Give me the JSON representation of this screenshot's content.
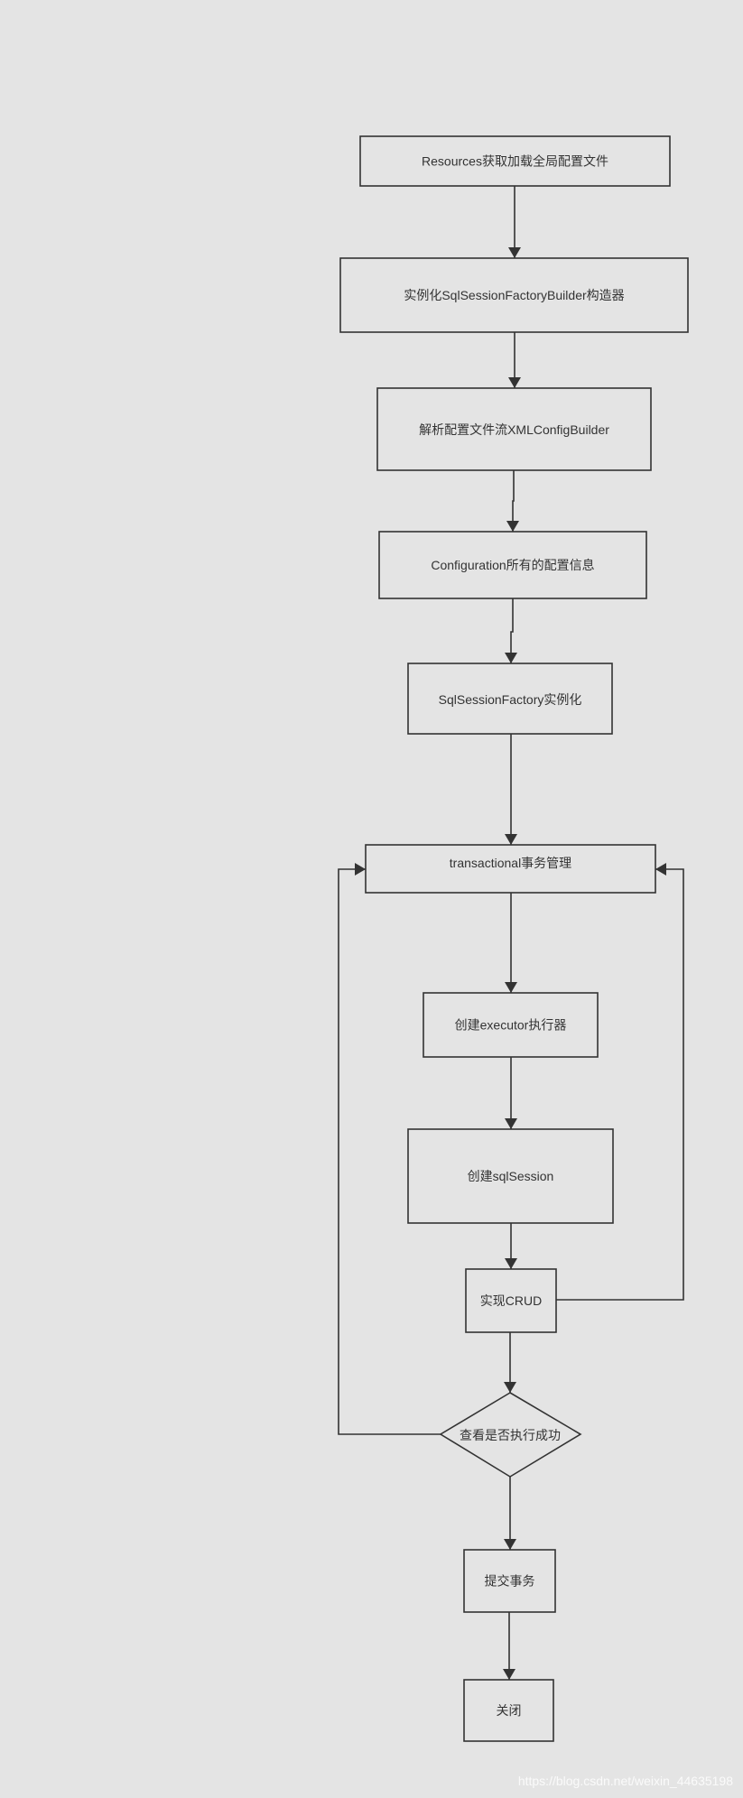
{
  "nodes": {
    "load_config": "Resources获取加载全局配置文件",
    "builder": "实例化SqlSessionFactoryBuilder构造器",
    "parse": "解析配置文件流XMLConfigBuilder",
    "configuration": "Configuration所有的配置信息",
    "factory": "SqlSessionFactory实例化",
    "transaction": "transactional事务管理",
    "executor": "创建executor执行器",
    "session": "创建sqlSession",
    "crud": "实现CRUD",
    "check": "查看是否执行成功",
    "commit": "提交事务",
    "close": "关闭"
  },
  "watermark": "https://blog.csdn.net/weixin_44635198",
  "colors": {
    "background": "#e4e4e4",
    "stroke": "#333333",
    "text": "#333333",
    "watermark": "#ffffff"
  }
}
